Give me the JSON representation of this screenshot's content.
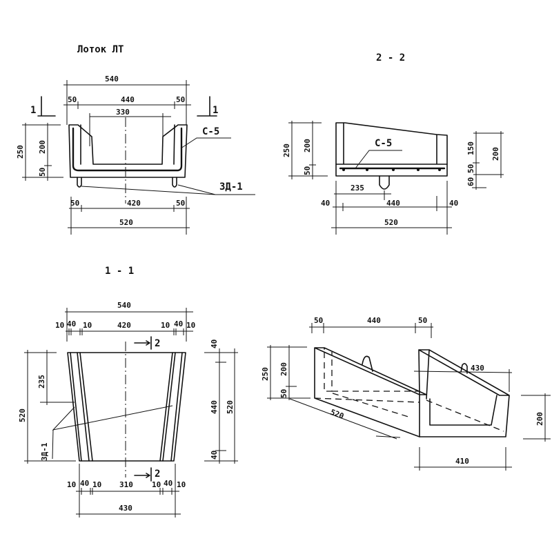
{
  "title": "Лоток ЛТ",
  "front_view": {
    "section_mark_left": "1",
    "section_mark_right": "1",
    "dims": {
      "overall_top": "540",
      "wall_left": "50",
      "inner_top": "440",
      "wall_right": "50",
      "inner_mid": "330",
      "height_total": "250",
      "height_wall": "200",
      "height_base": "50",
      "leg_left": "50",
      "leg_span": "420",
      "leg_right": "50",
      "overall_bottom": "520"
    },
    "labels": {
      "mesh": "С-5",
      "embedded": "ЗД-1"
    }
  },
  "section_2_2": {
    "title": "2 - 2",
    "dims": {
      "height_total": "250",
      "height_wall": "200",
      "height_base": "50",
      "hook_offset": "235",
      "end_left": "40",
      "inner": "440",
      "end_right": "40",
      "overall": "520",
      "right_upper": "150",
      "right_base": "50",
      "right_hook": "60",
      "right_total": "200"
    },
    "labels": {
      "mesh": "С-5"
    }
  },
  "section_1_1": {
    "title": "1 - 1",
    "section_mark_top": "2",
    "section_mark_bottom": "2",
    "dims": {
      "overall_top": "540",
      "top_row": [
        "10",
        "40",
        "10",
        "420",
        "10",
        "40",
        "10"
      ],
      "bottom_row": [
        "10",
        "40",
        "10",
        "310",
        "10",
        "40",
        "10"
      ],
      "overall_bottom": "430",
      "length": "520",
      "offset": "235",
      "right_end_top": "40",
      "right_inner": "440",
      "right_end_bottom": "40",
      "right_total": "520"
    },
    "labels": {
      "embedded": "ЗД-1"
    }
  },
  "isometric": {
    "dims": {
      "wall_left": "50",
      "inner": "440",
      "wall_right": "50",
      "height_total": "250",
      "height_wall": "200",
      "height_base": "50",
      "length": "520",
      "top_width": "430",
      "end_height": "200",
      "bottom_width": "410"
    }
  }
}
